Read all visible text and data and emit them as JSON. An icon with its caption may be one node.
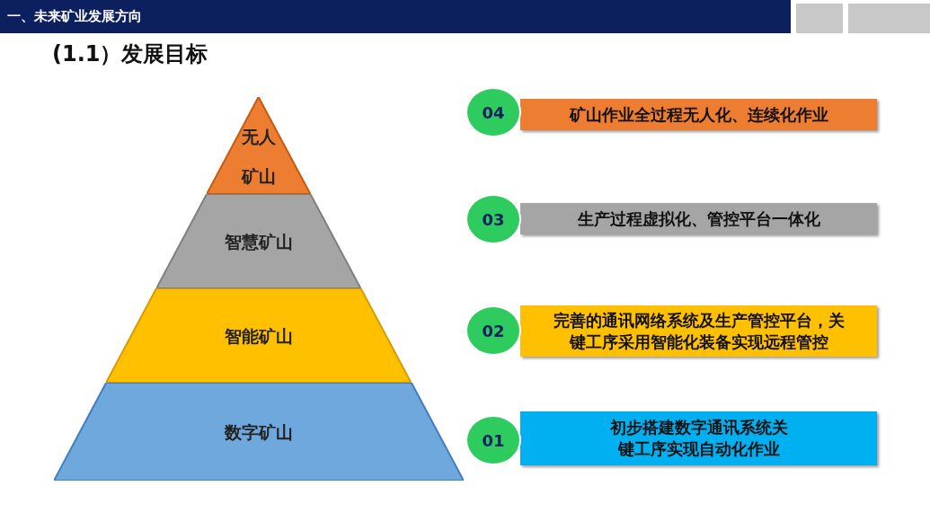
{
  "diagram": {
    "title": "(1.1）发展目标",
    "nodes": [
      {
        "text": [
          "无人矿山"
        ]
      },
      {
        "text": [
          "智慧矿山"
        ]
      },
      {
        "text": [
          "智能矿山"
        ]
      },
      {
        "text": [
          "数字矿山"
        ]
      },
      {
        "text": [
          "04"
        ]
      },
      {
        "text": [
          "矿山作业全过程无人化、连续化作业"
        ]
      },
      {
        "text": [
          "03"
        ]
      },
      {
        "text": [
          "生产过程虚拟化、管控平台一体化"
        ]
      },
      {
        "text": [
          "02"
        ]
      },
      {
        "text": [
          "完善的通讯网络系统及生产管控平台，关键工序采用智能化装备实现远程管控"
        ]
      },
      {
        "text": [
          "01"
        ]
      },
      {
        "text": [
          "初步搭建数字通讯系统关键工序实现自动化作业"
        ]
      }
    ],
    "edges": [],
    "labels": [
      "一、未来矿业发展方向"
    ]
  }
}
